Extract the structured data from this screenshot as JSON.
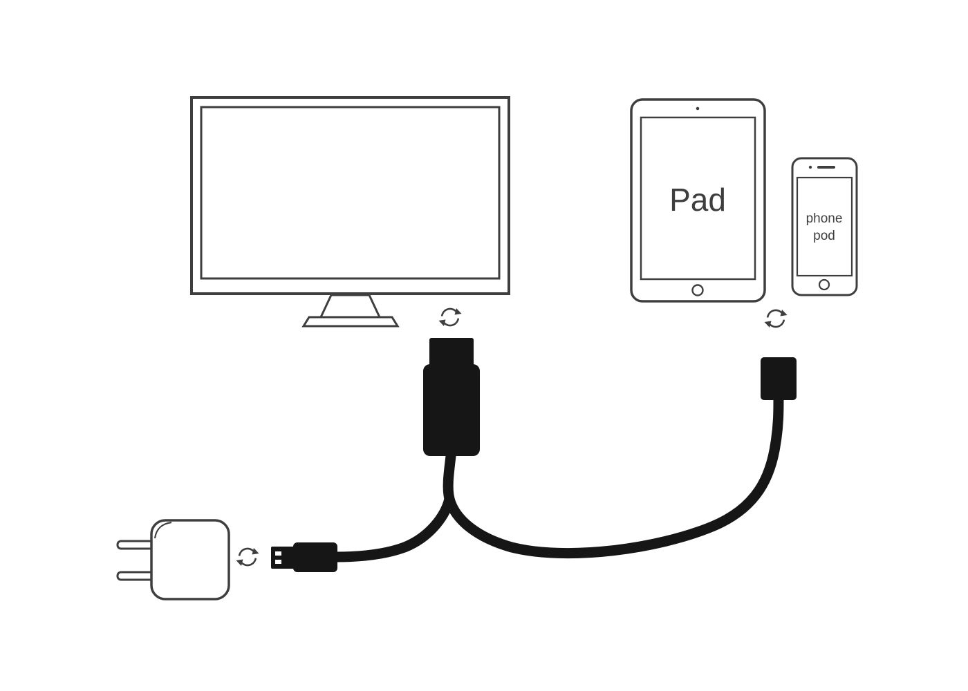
{
  "diagram": {
    "title": "Phone/Pad to display adapter cable connection diagram",
    "tablet_label": "Pad",
    "phone_label_line1": "phone",
    "phone_label_line2": "pod",
    "colors": {
      "outline": "#3e3e3e",
      "cable": "#161616",
      "background": "#ffffff"
    },
    "devices": [
      "monitor",
      "tablet",
      "phone",
      "power-adapter"
    ],
    "connectors": [
      "hdmi-connector",
      "lightning-connector",
      "usb-connector"
    ],
    "icons": [
      "sync-arrows-icon"
    ]
  }
}
